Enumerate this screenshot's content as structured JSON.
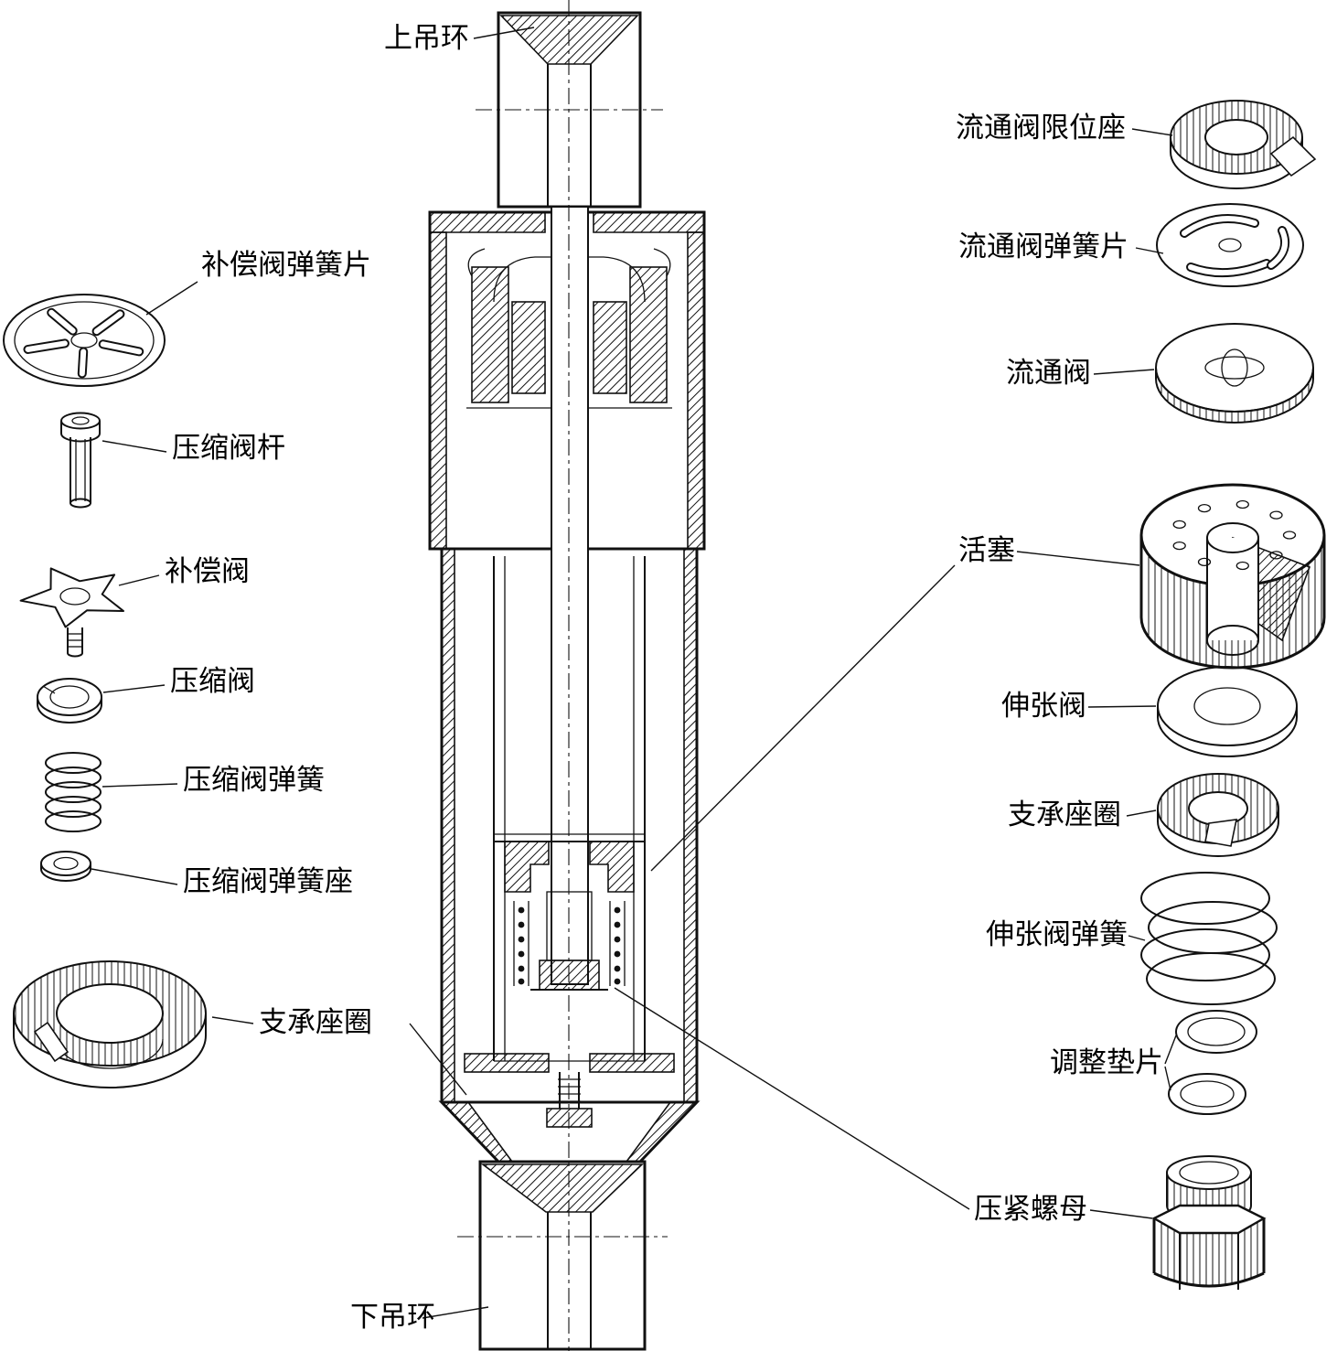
{
  "colors": {
    "ink": "#111111",
    "background": "#ffffff"
  },
  "labels": [
    {
      "id": "upper-lift-ring",
      "text": "上吊环"
    },
    {
      "id": "compensation-valve-spring-plate",
      "text": "补偿阀弹簧片"
    },
    {
      "id": "compression-valve-rod",
      "text": "压缩阀杆"
    },
    {
      "id": "compensation-valve",
      "text": "补偿阀"
    },
    {
      "id": "compression-valve",
      "text": "压缩阀"
    },
    {
      "id": "compression-valve-spring",
      "text": "压缩阀弹簧"
    },
    {
      "id": "compression-valve-spring-seat",
      "text": "压缩阀弹簧座"
    },
    {
      "id": "support-seat-ring-left",
      "text": "支承座圈"
    },
    {
      "id": "lower-lift-ring",
      "text": "下吊环"
    },
    {
      "id": "flow-valve-limit-seat",
      "text": "流通阀限位座"
    },
    {
      "id": "flow-valve-spring-plate",
      "text": "流通阀弹簧片"
    },
    {
      "id": "flow-valve",
      "text": "流通阀"
    },
    {
      "id": "piston",
      "text": "活塞"
    },
    {
      "id": "extension-valve",
      "text": "伸张阀"
    },
    {
      "id": "support-seat-ring-right",
      "text": "支承座圈"
    },
    {
      "id": "extension-valve-spring",
      "text": "伸张阀弹簧"
    },
    {
      "id": "adjustment-shim",
      "text": "调整垫片"
    },
    {
      "id": "clamp-nut",
      "text": "压紧螺母"
    }
  ]
}
